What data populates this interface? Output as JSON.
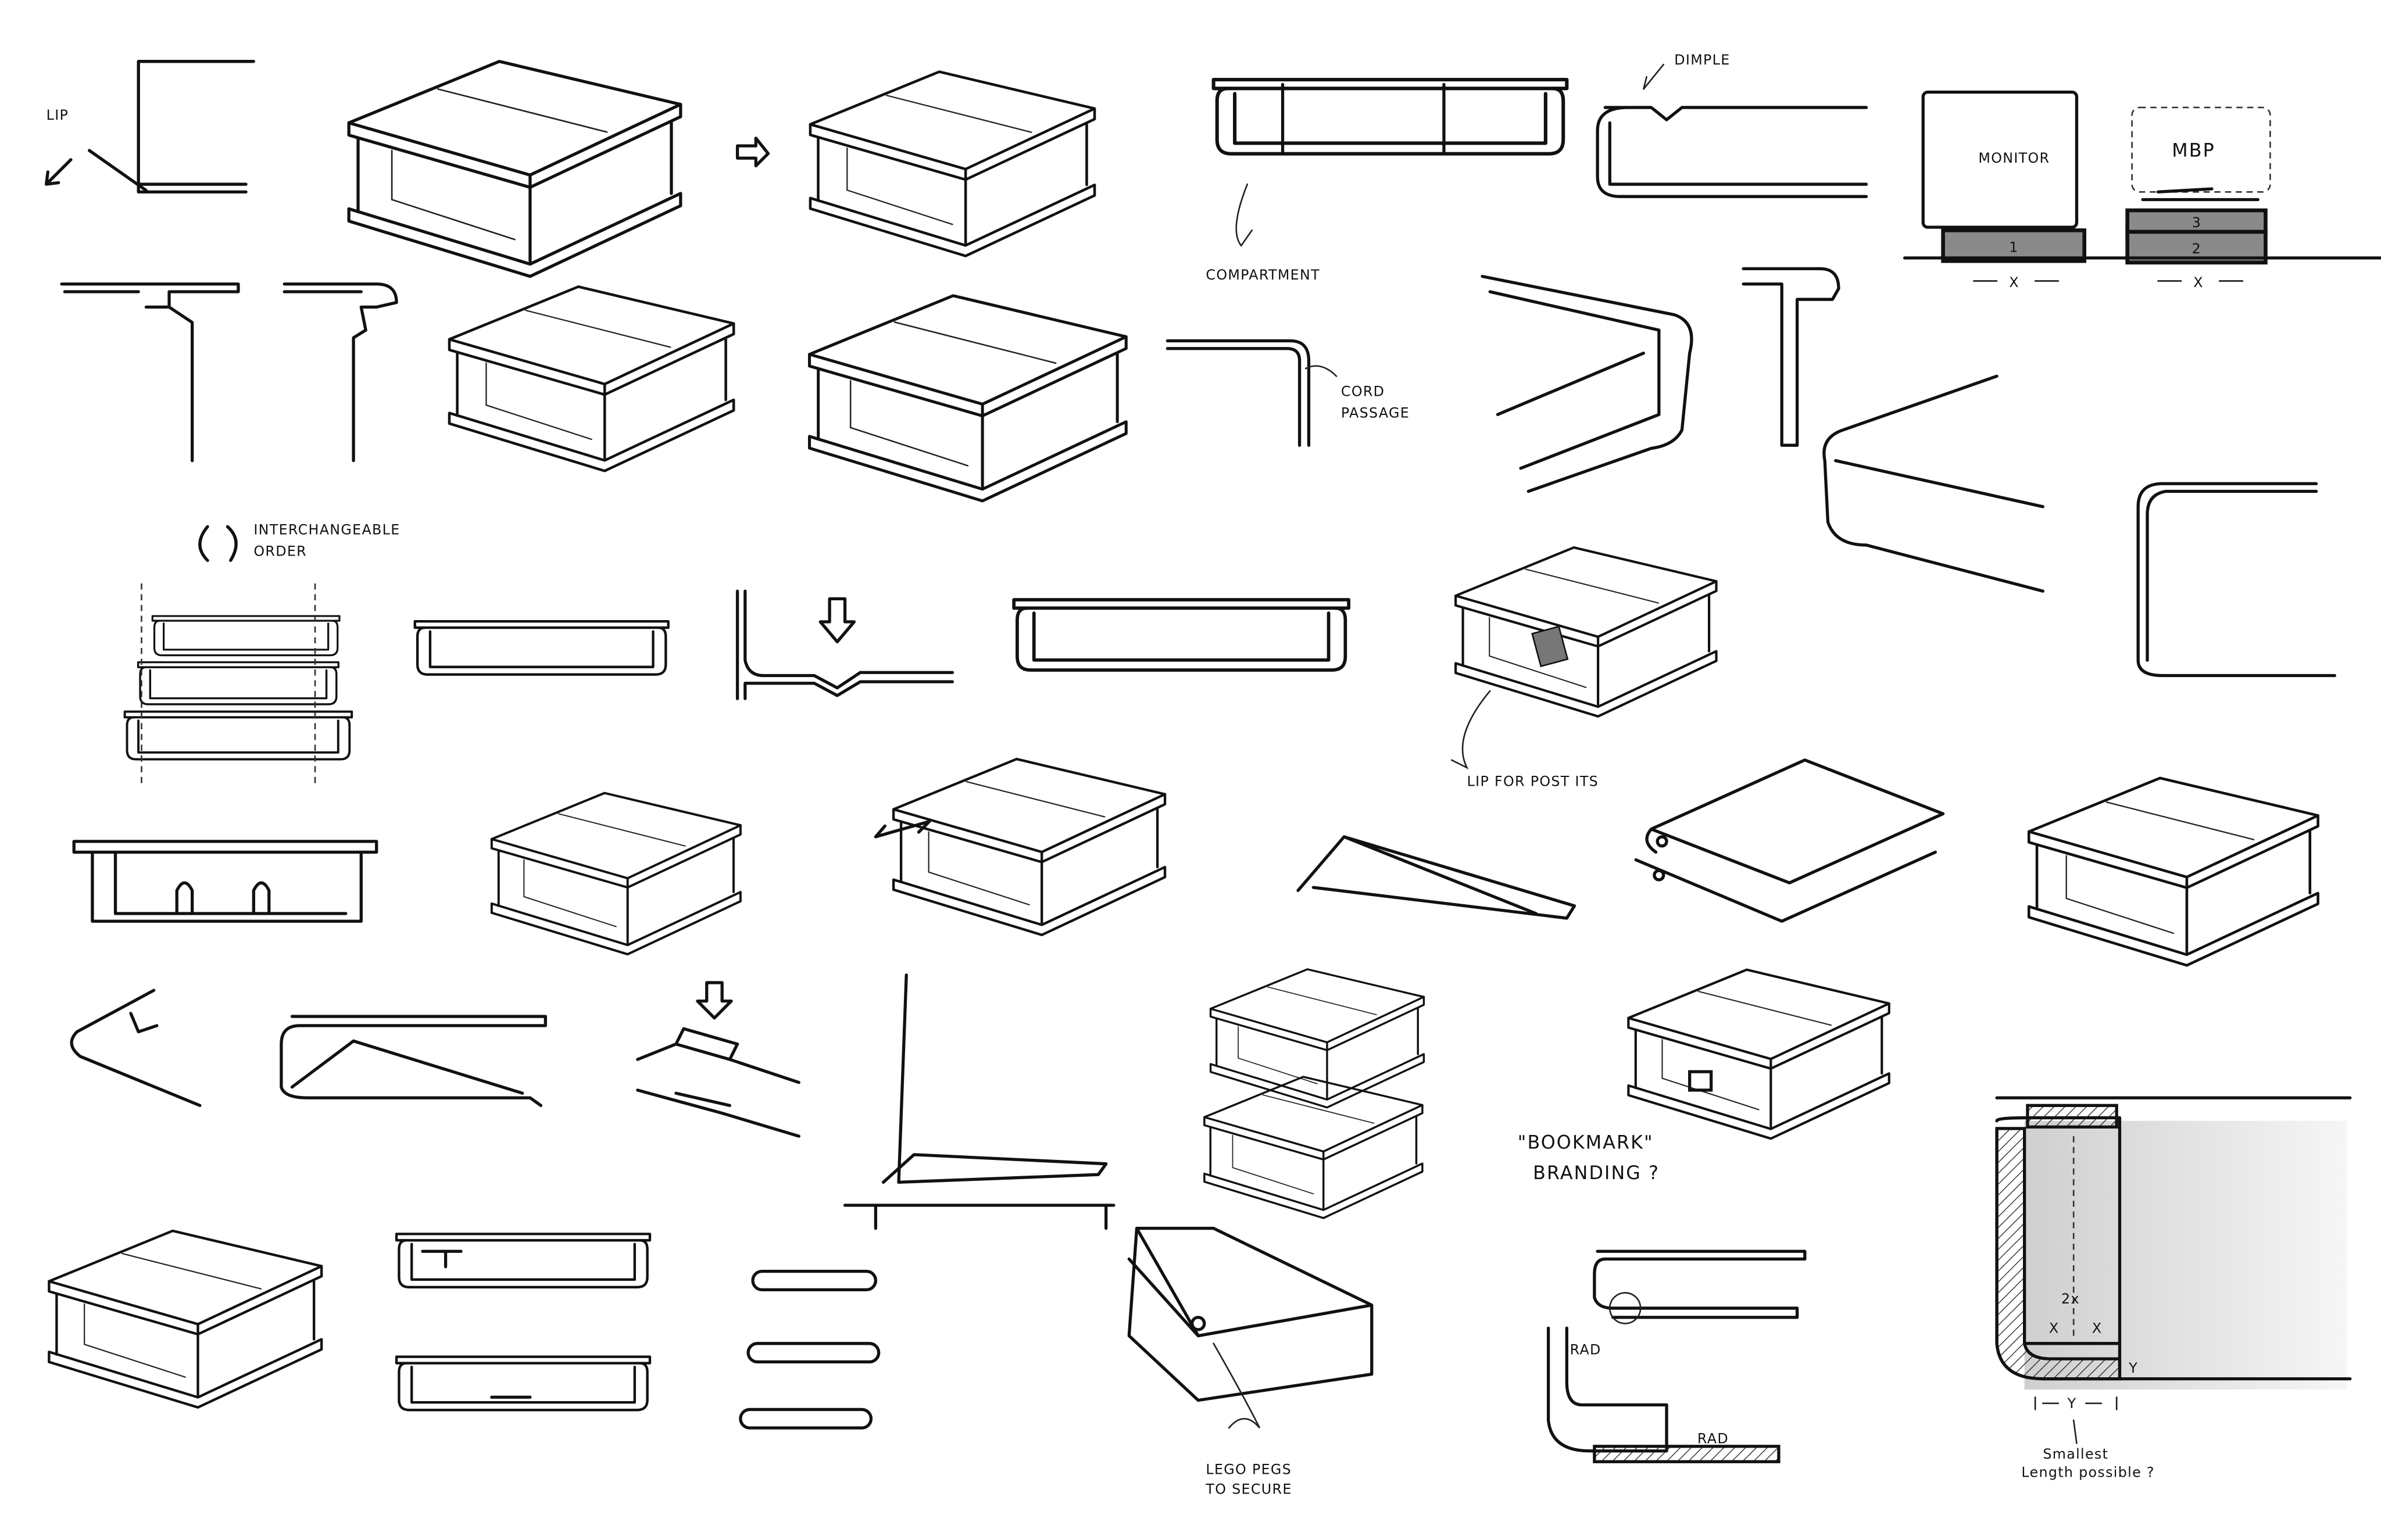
{
  "title": "Laptop / monitor stand concept sketches",
  "annotations": {
    "lip": "LIP",
    "dimple": "DIMPLE",
    "compartment": "COMPARTMENT",
    "monitor": "MONITOR",
    "mbp": "MBP",
    "stack_1": "1",
    "stack_2": "2",
    "stack_3": "3",
    "width_x_left": "X",
    "width_x_right": "X",
    "cord_passage_1": "CORD",
    "cord_passage_2": "PASSAGE",
    "interchangeable_1": "INTERCHANGEABLE",
    "interchangeable_2": "ORDER",
    "lip_for_post_its": "LIP FOR POST ITS",
    "bookmark_1": "\"BOOKMARK\"",
    "bookmark_2": "BRANDING ?",
    "lego_pegs_1": "LEGO PEGS",
    "lego_pegs_2": "TO SECURE",
    "rad_vertical": "RAD",
    "rad_horizontal": "RAD",
    "dim_2x": "2x",
    "dim_x_a": "X",
    "dim_x_b": "X",
    "dim_y_side": "Y",
    "dim_y_bottom": "Y",
    "smallest_1": "Smallest",
    "smallest_2": "Length possible ?"
  },
  "colors": {
    "ink": "#111111",
    "marker_gray": "#8a8a8a",
    "paper": "#ffffff"
  }
}
